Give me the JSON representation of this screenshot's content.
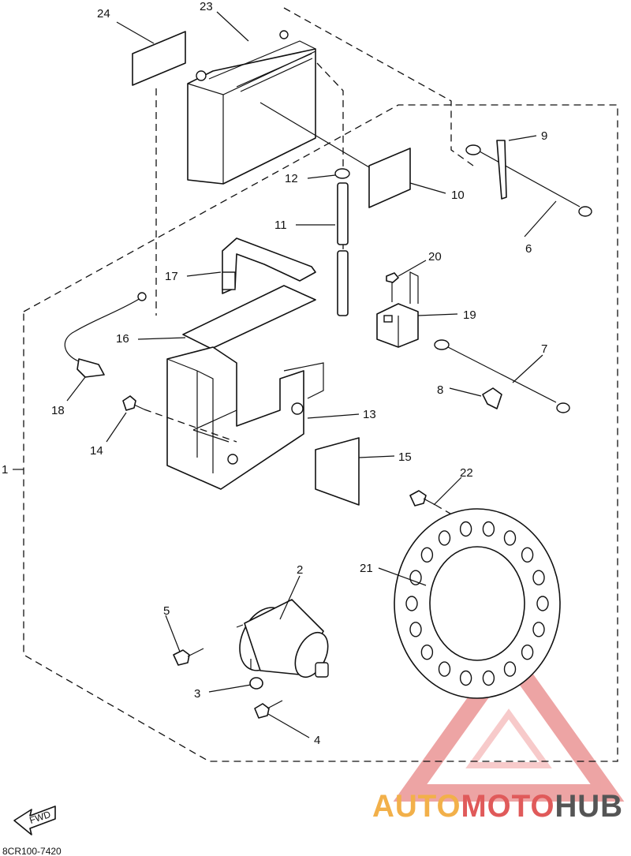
{
  "diagram": {
    "drawing_code": "8CR100-7420",
    "fwd_label": "FWD",
    "callouts": {
      "c1": "1",
      "c2": "2",
      "c3": "3",
      "c4": "4",
      "c5": "5",
      "c6": "6",
      "c7": "7",
      "c8": "8",
      "c9": "9",
      "c10": "10",
      "c11": "11",
      "c12": "12",
      "c13": "13",
      "c14": "14",
      "c15": "15",
      "c16": "16",
      "c17": "17",
      "c18": "18",
      "c19": "19",
      "c20": "20",
      "c21": "21",
      "c22": "22",
      "c23": "23",
      "c24": "24"
    }
  },
  "watermark": {
    "part1": "AUTO",
    "part2": "MOTO",
    "part3": "HUB",
    "colors": {
      "orange": "#f2b04a",
      "red": "#e05a5a",
      "gray": "#555555"
    }
  }
}
